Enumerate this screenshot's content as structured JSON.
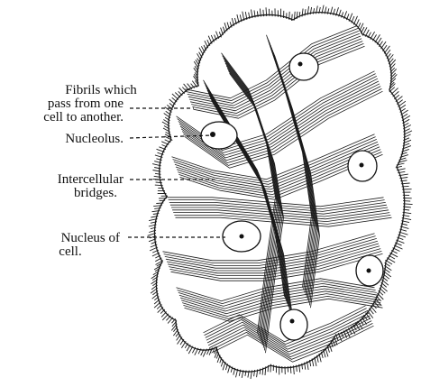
{
  "figure": {
    "labels": {
      "fibrils": {
        "line1": "Fibrils which",
        "line2": "pass from one",
        "line3": "cell to another."
      },
      "nucleolus": {
        "line1": "Nucleolus."
      },
      "bridges": {
        "line1": "Intercellular",
        "line2": "bridges."
      },
      "nucleus": {
        "line1": "Nucleus of",
        "line2": "cell."
      }
    }
  }
}
